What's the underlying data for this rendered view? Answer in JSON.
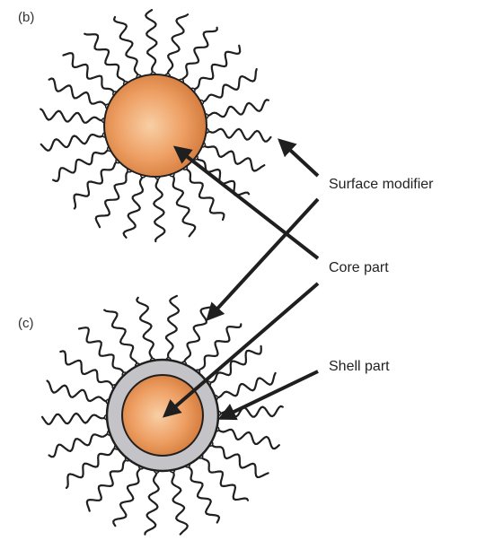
{
  "panels": {
    "b": {
      "label": "(b)"
    },
    "c": {
      "label": "(c)"
    }
  },
  "callouts": {
    "surface_modifier": "Surface modifier",
    "core_part": "Core part",
    "shell_part": "Shell part"
  },
  "colors": {
    "core_light": "#f8cfa6",
    "core_mid": "#ee9f63",
    "core_dark": "#cf7436",
    "shell": "#c4c4c8",
    "ink": "#1f1f1f",
    "background": "#ffffff"
  }
}
